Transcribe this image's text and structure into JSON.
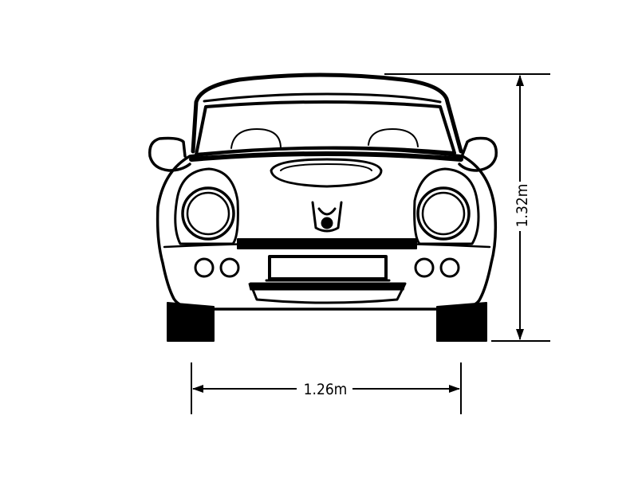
{
  "diagram": {
    "subject": "car-front-view",
    "width_label": "1.26m",
    "height_label": "1.32m",
    "colors": {
      "ink": "#000000",
      "background": "#ffffff"
    }
  }
}
